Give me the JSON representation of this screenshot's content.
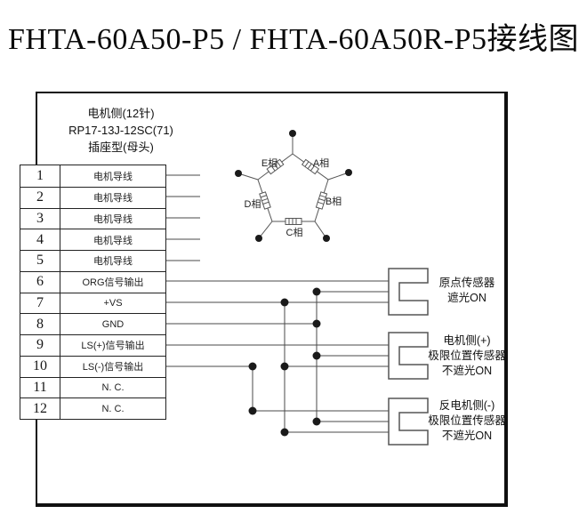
{
  "title": "FHTA-60A50-P5 / FHTA-60A50R-P5接线图",
  "connector": {
    "line1": "电机侧(12针)",
    "line2": "RP17-13J-12SC(71)",
    "line3": "插座型(母头)"
  },
  "pins": [
    {
      "num": "1",
      "label": "电机导线"
    },
    {
      "num": "2",
      "label": "电机导线"
    },
    {
      "num": "3",
      "label": "电机导线"
    },
    {
      "num": "4",
      "label": "电机导线"
    },
    {
      "num": "5",
      "label": "电机导线"
    },
    {
      "num": "6",
      "label": "ORG信号输出"
    },
    {
      "num": "7",
      "label": "+VS"
    },
    {
      "num": "8",
      "label": "GND"
    },
    {
      "num": "9",
      "label": "LS(+)信号输出"
    },
    {
      "num": "10",
      "label": "LS(-)信号输出"
    },
    {
      "num": "11",
      "label": "N. C."
    },
    {
      "num": "12",
      "label": "N. C."
    }
  ],
  "motor": {
    "phases": [
      "E相",
      "A相",
      "D相",
      "B相",
      "C相"
    ]
  },
  "sensors": [
    {
      "line1": "原点传感器",
      "line2": "遮光ON",
      "line3": ""
    },
    {
      "line1": "电机侧(+)",
      "line2": "极限位置传感器",
      "line3": "不遮光ON"
    },
    {
      "line1": "反电机侧(-)",
      "line2": "极限位置传感器",
      "line3": "不遮光ON"
    }
  ],
  "colors": {
    "wire": "#4a4a4a",
    "junction_dot": "#1a1a1a",
    "frame_border": "#101010"
  }
}
